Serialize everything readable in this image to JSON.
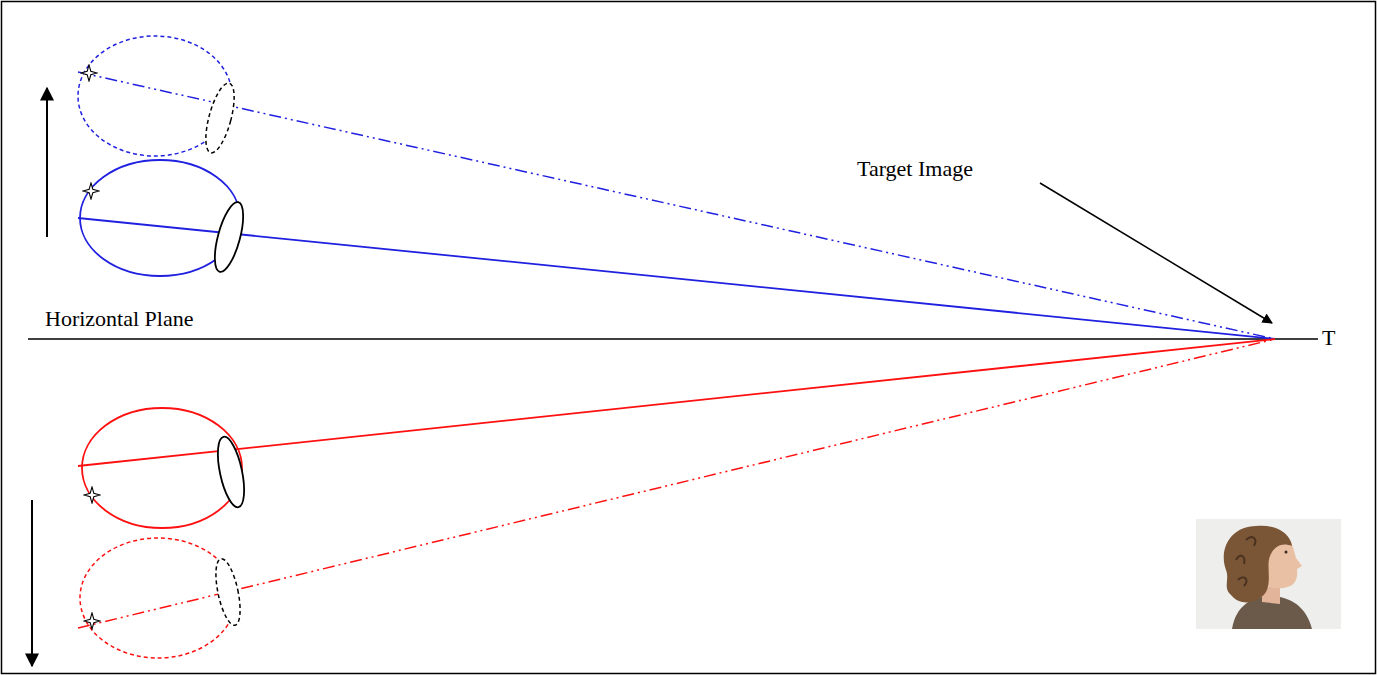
{
  "diagram": {
    "labels": [
      "Target Image",
      "Horizontal Plane",
      "T"
    ]
  }
}
